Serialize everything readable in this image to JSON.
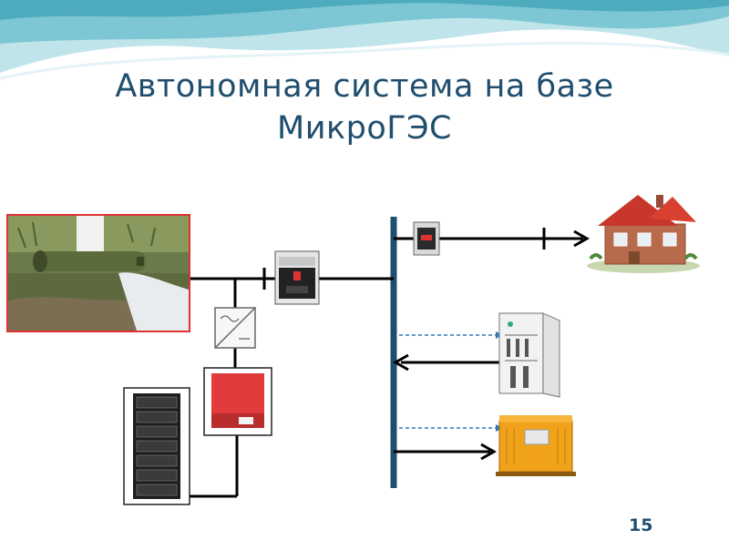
{
  "slide": {
    "title_line1": "Автономная система на базе",
    "title_line2": "МикроГЭС",
    "page_number": "15"
  },
  "colors": {
    "title": "#1f4e6e",
    "bus": "#1f4e6e",
    "wave_light": "#bfe4ea",
    "wave_mid": "#7cc7d3",
    "inverter_red": "#e23b3b"
  },
  "icons": [
    "hydro-turbine-photo-icon",
    "circuit-breaker-icon",
    "converter-icon",
    "inverter-icon",
    "battery-rack-icon",
    "house-icon",
    "switch-cabinet-icon",
    "diesel-generator-icon"
  ]
}
